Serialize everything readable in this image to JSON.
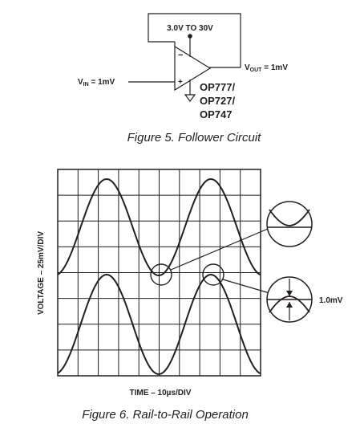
{
  "circuit": {
    "supply_label": "3.0V TO 30V",
    "vin_label": "1mV",
    "vout_label": "1mV",
    "part_names": [
      "OP777/",
      "OP727/",
      "OP747"
    ],
    "caption": "Figure 5.  Follower Circuit"
  },
  "scope": {
    "voltage_axis_label": "VOLTAGE – 25mV/DIV",
    "time_axis_label": "TIME – 10µs/DIV",
    "zoom_annotation": "1.0mV",
    "caption": "Figure 6.  Rail-to-Rail Operation",
    "grid_divisions": {
      "x": 10,
      "y": 8
    }
  }
}
